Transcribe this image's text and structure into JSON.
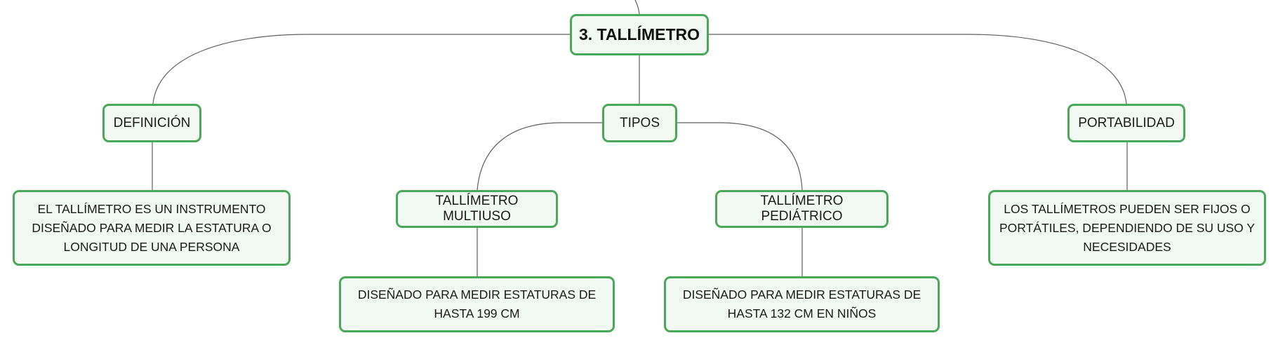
{
  "diagram": {
    "root": {
      "label": "3. TALLÍMETRO"
    },
    "branches": {
      "definicion": {
        "label": "DEFINICIÓN",
        "detail": "EL TALLÍMETRO ES UN INSTRUMENTO DISEÑADO PARA MEDIR LA ESTATURA O LONGITUD DE UNA PERSONA"
      },
      "tipos": {
        "label": "TIPOS",
        "children": [
          {
            "label": "TALLÍMETRO MULTIUSO",
            "detail": "DISEÑADO PARA MEDIR ESTATURAS DE HASTA 199 CM"
          },
          {
            "label": "TALLÍMETRO PEDIÁTRICO",
            "detail": "DISEÑADO PARA MEDIR ESTATURAS DE HASTA 132 CM EN NIÑOS"
          }
        ]
      },
      "portabilidad": {
        "label": "PORTABILIDAD",
        "detail": "LOS TALLÍMETROS PUEDEN SER FIJOS O PORTÁTILES, DEPENDIENDO DE SU USO Y NECESIDADES"
      }
    },
    "colors": {
      "node_border": "#4aa85a",
      "node_fill": "#f2f9f2",
      "connector": "#5f5f5f",
      "text": "#1a1a1a"
    }
  }
}
